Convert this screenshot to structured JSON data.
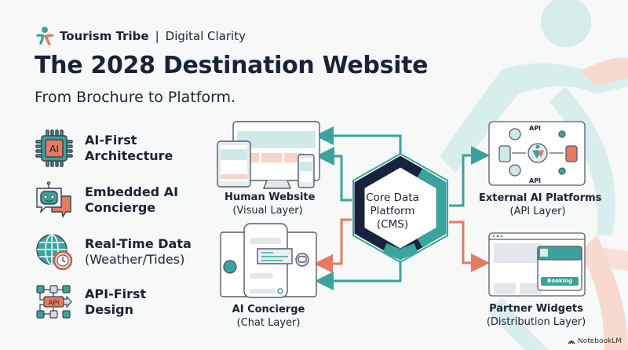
{
  "brand": {
    "name": "Tourism Tribe",
    "separator": "|",
    "tagline": "Digital Clarity",
    "logo_icon": "tourism-tribe-figure-icon"
  },
  "title": "The 2028 Destination Website",
  "subtitle": "From Brochure to Platform.",
  "features": [
    {
      "icon": "ai-chip-icon",
      "line1": "AI-First",
      "line2": "Architecture"
    },
    {
      "icon": "chatbot-bubble-icon",
      "line1": "Embedded AI",
      "line2": "Concierge"
    },
    {
      "icon": "globe-clock-icon",
      "line1": "Real-Time Data",
      "line2": "(Weather/Tides)"
    },
    {
      "icon": "api-network-icon",
      "line1": "API-First",
      "line2": "Design"
    }
  ],
  "diagram": {
    "core": {
      "line1": "Core Data",
      "line2": "Platform",
      "line3": "(CMS)"
    },
    "nodes": {
      "human_website": {
        "title": "Human Website",
        "subtitle": "(Visual Layer)"
      },
      "ai_concierge": {
        "title": "AI Concierge",
        "subtitle": "(Chat Layer)"
      },
      "external_ai": {
        "title": "External AI Platforms",
        "subtitle": "(API Layer)",
        "api_label_top": "API",
        "api_label_bottom": "API"
      },
      "partner_widgets": {
        "title": "Partner Widgets",
        "subtitle": "(Distribution Layer)",
        "button_label": "Booking"
      }
    }
  },
  "footer": {
    "watermark": "NotebookLM"
  },
  "colors": {
    "teal": "#3aa39b",
    "coral": "#e57a5f",
    "navy": "#17233d",
    "light_teal": "#cfe9e6",
    "light_coral": "#f6d3c8"
  }
}
